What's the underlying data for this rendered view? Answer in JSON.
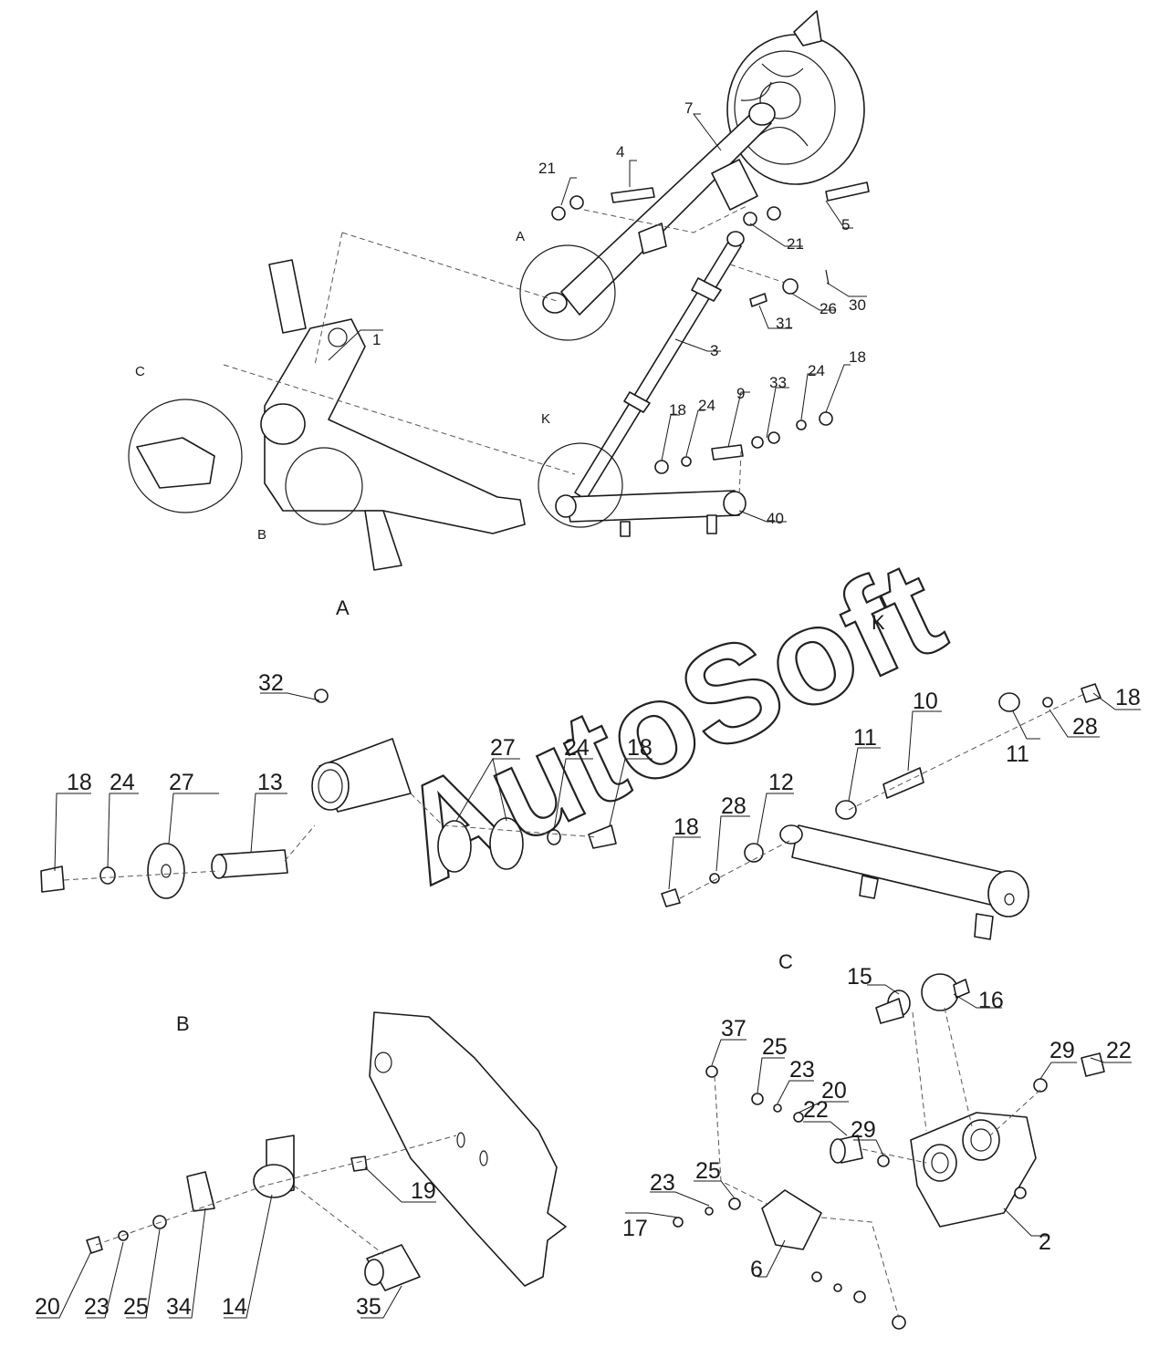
{
  "watermark": "AutoSoft",
  "views": {
    "overview_markers": [
      "A",
      "B",
      "C",
      "K"
    ],
    "detail_titles": [
      "A",
      "K",
      "B",
      "C"
    ]
  },
  "overview_labels": [
    "1",
    "3",
    "4",
    "5",
    "7",
    "9",
    "18",
    "18",
    "21",
    "21",
    "24",
    "24",
    "26",
    "30",
    "31",
    "33",
    "40"
  ],
  "view_a_labels": [
    "32",
    "18",
    "24",
    "27",
    "13",
    "27",
    "24",
    "18"
  ],
  "view_k_labels": [
    "10",
    "11",
    "11",
    "28",
    "18",
    "12",
    "28",
    "18"
  ],
  "view_b_labels": [
    "19",
    "20",
    "23",
    "25",
    "34",
    "14",
    "35"
  ],
  "view_c_labels": [
    "15",
    "16",
    "37",
    "25",
    "23",
    "20",
    "29",
    "22",
    "22",
    "29",
    "25",
    "23",
    "17",
    "6",
    "2"
  ]
}
